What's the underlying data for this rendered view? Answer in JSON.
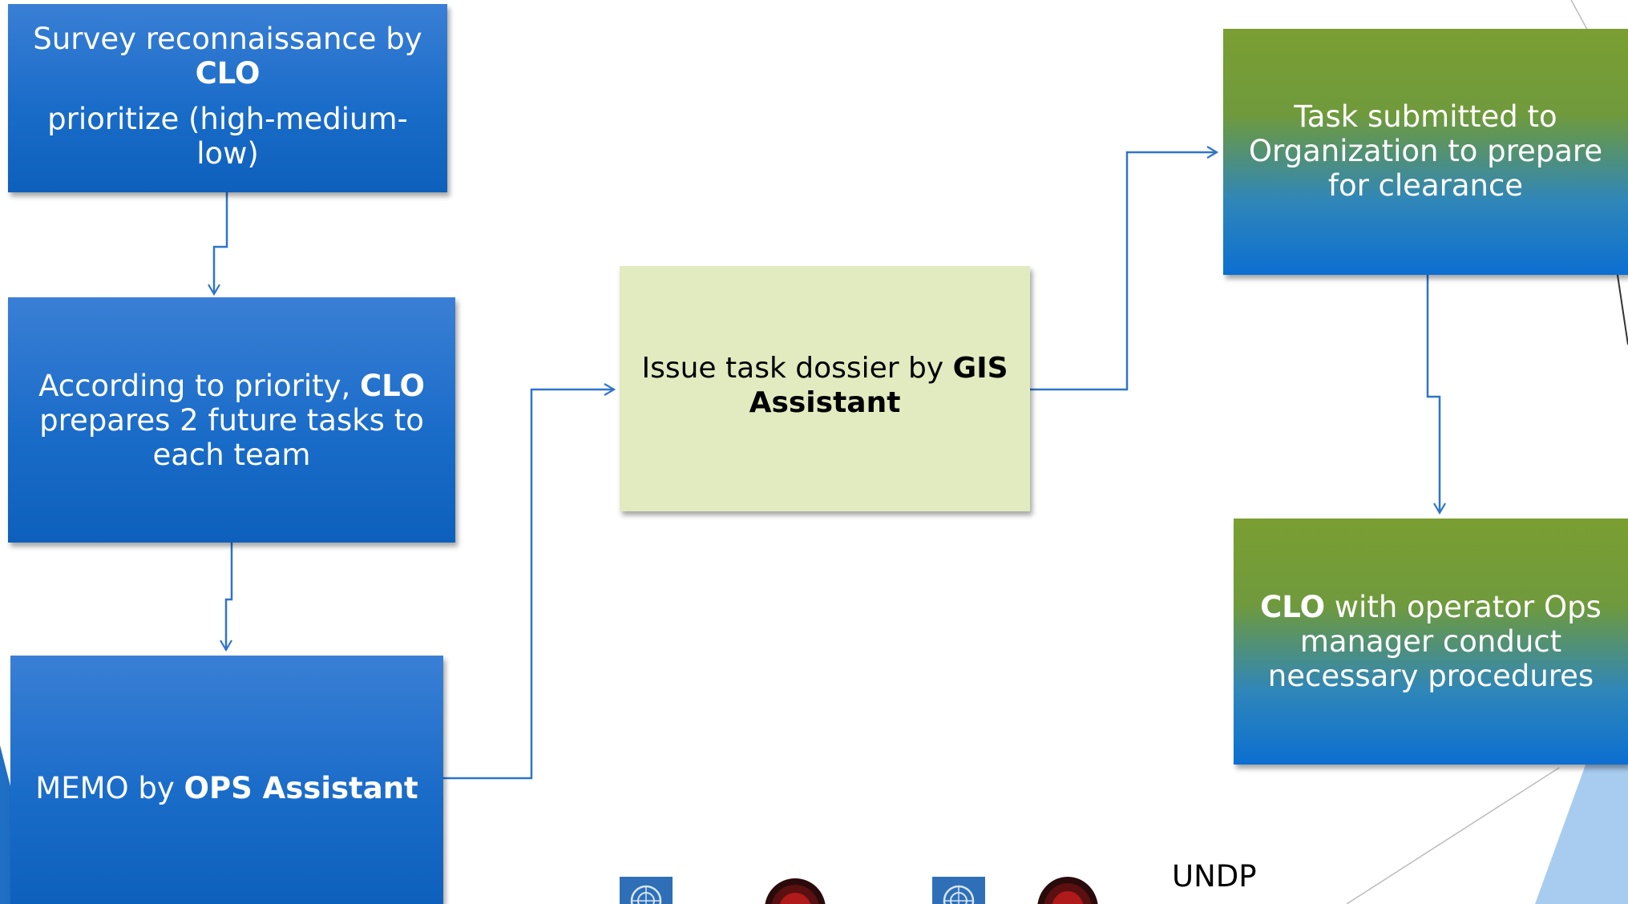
{
  "boxes": {
    "survey": {
      "line1": "Survey reconnaissance by",
      "line2": "CLO",
      "line3": "prioritize (high-medium-",
      "line4": "low)"
    },
    "priority": {
      "prefix": "According to priority, ",
      "strong": "CLO",
      "line2": "prepares 2 future tasks to",
      "line3": "each team"
    },
    "memo": {
      "prefix": "MEMO by ",
      "strong": "OPS Assistant"
    },
    "dossier": {
      "prefix": "Issue task dossier by ",
      "strong1": "GIS",
      "strong2": "Assistant"
    },
    "submitted": {
      "line1": "Task submitted to",
      "line2": "Organization to prepare",
      "line3": "for clearance"
    },
    "clo_ops": {
      "strong": "CLO",
      "suffix": " with operator Ops",
      "line2": "manager conduct",
      "line3": "necessary procedures"
    }
  },
  "footer": {
    "org_label": "UNDP",
    "logos": [
      "un-emblem",
      "mine-action-emblem",
      "un-emblem",
      "mine-action-emblem"
    ]
  },
  "colors": {
    "blue_box": "#1a6cc9",
    "green_box": "#6f9a3c",
    "light_box": "#e2ebc0",
    "connector": "#2e75c8",
    "accent_triangle": "#2b9be0"
  }
}
